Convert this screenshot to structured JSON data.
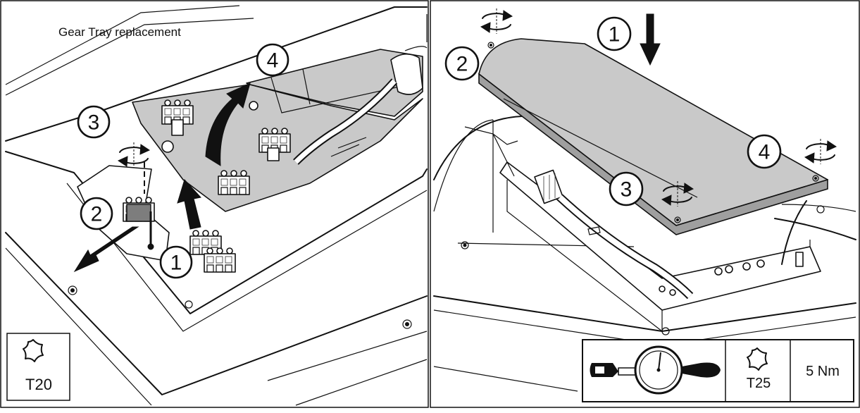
{
  "left_panel": {
    "title": "Gear Tray replacement",
    "callouts": [
      "1",
      "2",
      "3",
      "4"
    ],
    "tool": {
      "icon": "torx-icon",
      "label": "T20"
    }
  },
  "right_panel": {
    "callouts": [
      "1",
      "2",
      "3",
      "4"
    ],
    "tool": {
      "icon": "torx-icon",
      "label": "T25"
    },
    "torque": {
      "icon": "torque-wrench-icon",
      "value": "5 Nm"
    }
  },
  "colors": {
    "line": "#111111",
    "part_fill": "#c9c9c9",
    "background": "#ffffff"
  }
}
